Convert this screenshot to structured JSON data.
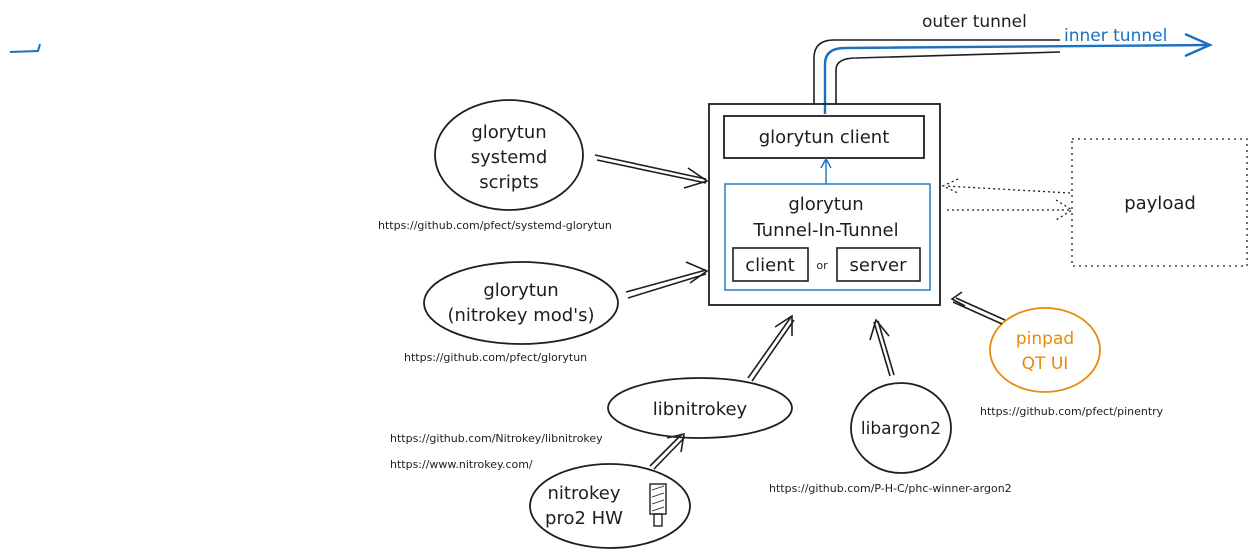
{
  "tunnels": {
    "outer_label": "outer tunnel",
    "inner_label": "inner tunnel"
  },
  "central": {
    "client_label": "glorytun client",
    "tit_line1": "glorytun",
    "tit_line2": "Tunnel-In-Tunnel",
    "mode_client": "client",
    "mode_or": "or",
    "mode_server": "server"
  },
  "payload": {
    "label": "payload"
  },
  "nodes": {
    "systemd": {
      "lines": [
        "glorytun",
        "systemd",
        "scripts"
      ],
      "url": "https://github.com/pfect/systemd-glorytun"
    },
    "glorytun_mod": {
      "lines": [
        "glorytun",
        "(nitrokey mod's)"
      ],
      "url": "https://github.com/pfect/glorytun"
    },
    "libnitrokey": {
      "label": "libnitrokey",
      "url1": "https://github.com/Nitrokey/libnitrokey",
      "url2": "https://www.nitrokey.com/"
    },
    "nitrokey_hw": {
      "lines": [
        "nitrokey",
        "pro2 HW"
      ]
    },
    "libargon2": {
      "label": "libargon2",
      "url": "https://github.com/P-H-C/phc-winner-argon2"
    },
    "pinpad": {
      "lines": [
        "pinpad",
        "QT UI"
      ],
      "url": "https://github.com/pfect/pinentry"
    }
  },
  "colors": {
    "ink": "#1e1e1e",
    "inner_tunnel": "#1971c2",
    "pinpad": "#e8890c"
  }
}
